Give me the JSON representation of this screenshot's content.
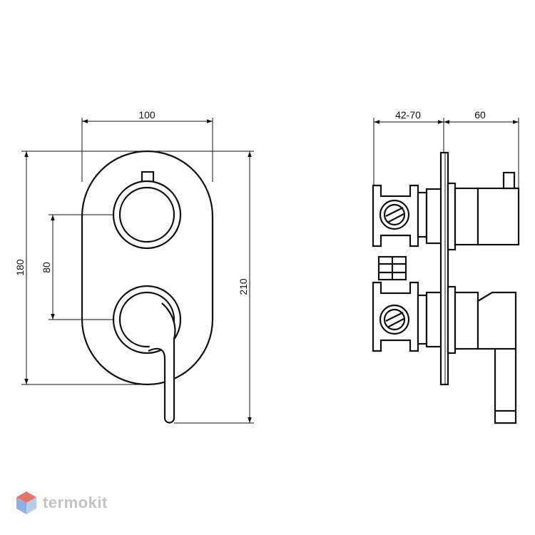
{
  "drawing": {
    "front_view": {
      "dim_width": "100",
      "dim_height_plate": "180",
      "dim_axis_distance": "80",
      "dim_height_total": "210"
    },
    "side_view": {
      "dim_depth_range": "42-70",
      "dim_projection": "60"
    }
  },
  "brand": {
    "name": "termokit",
    "logo_colors": [
      "#e8736b",
      "#8fb0e6",
      "#b9cdeb"
    ]
  }
}
